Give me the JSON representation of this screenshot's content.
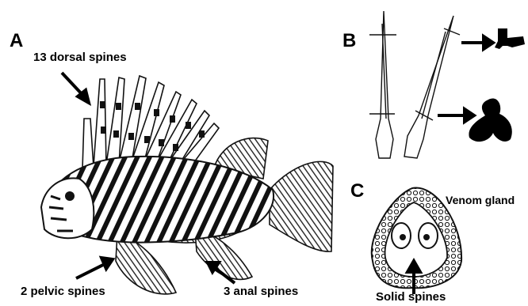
{
  "panels": {
    "a": "A",
    "b": "B",
    "c": "C"
  },
  "labels": {
    "dorsal": "13 dorsal spines",
    "pelvic": "2 pelvic spines",
    "anal": "3 anal spines",
    "venom": "Venom gland",
    "solid": "Solid spines"
  },
  "icons": [
    "lionfish-illustration",
    "spine-illustration",
    "spine-cross-section",
    "venom-gland-section",
    "arrow"
  ]
}
